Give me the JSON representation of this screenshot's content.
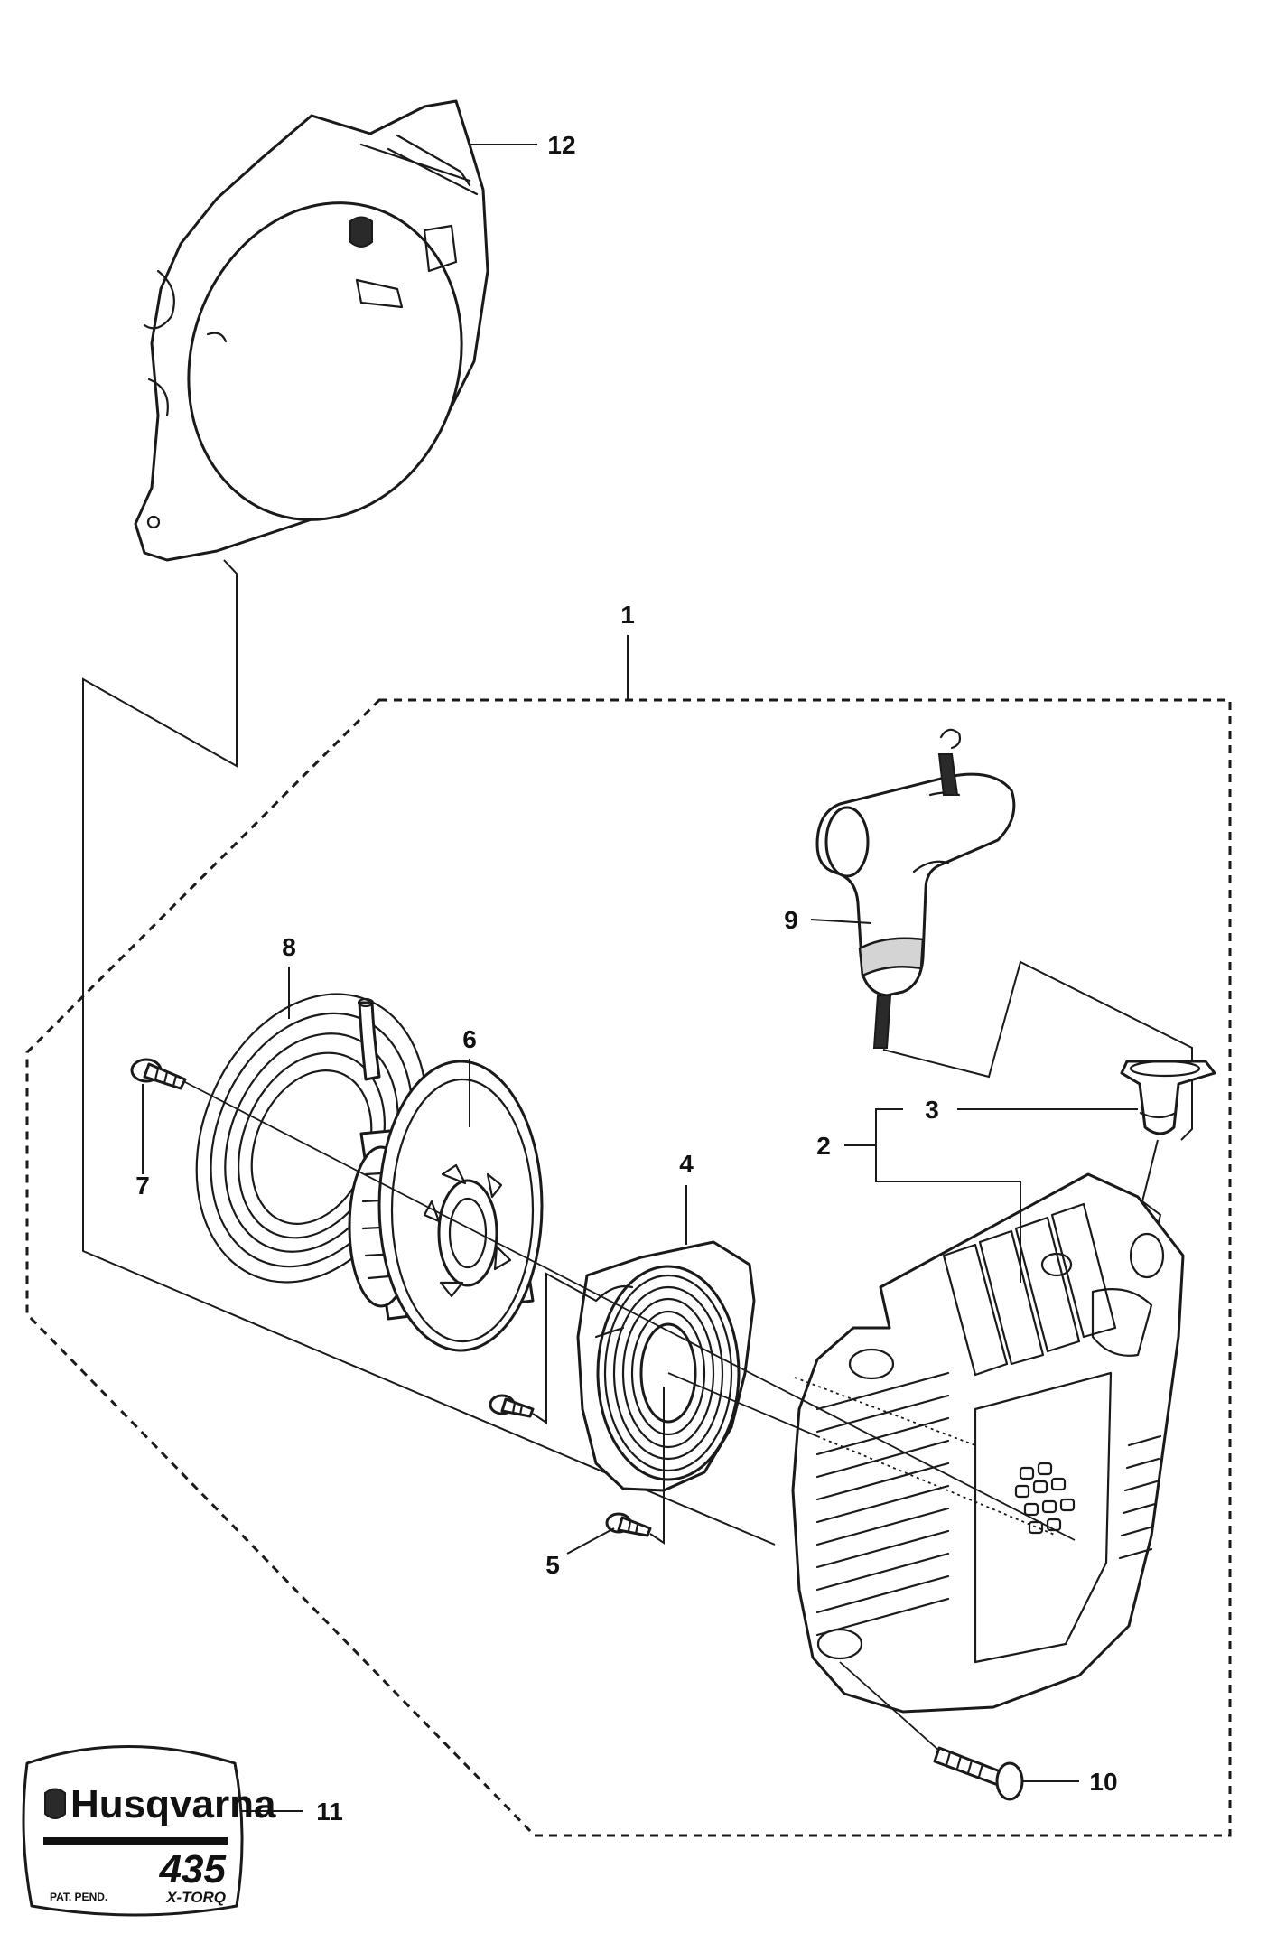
{
  "diagram": {
    "callouts": {
      "p1": "1",
      "p2": "2",
      "p3": "3",
      "p4": "4",
      "p5": "5",
      "p6": "6",
      "p7": "7",
      "p8": "8",
      "p9": "9",
      "p10": "10",
      "p11": "11",
      "p12": "12"
    },
    "decal": {
      "brand": "Husqvarna",
      "model": "435",
      "patent": "PAT. PEND.",
      "series": "X-TORQ"
    },
    "colors": {
      "line": "#1a1a1a",
      "background": "#ffffff",
      "shade": "#d4d4d4"
    }
  }
}
